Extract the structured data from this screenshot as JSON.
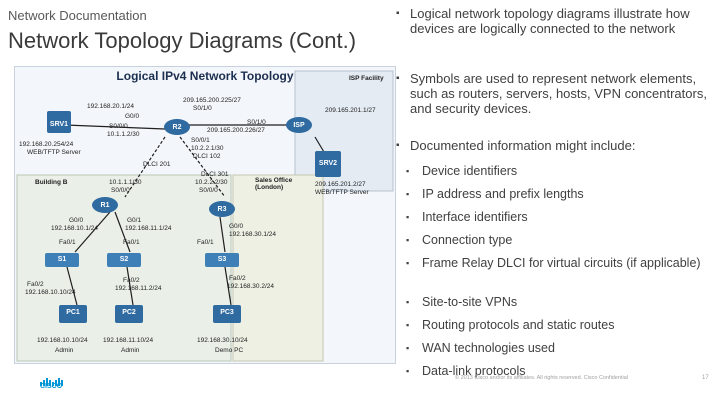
{
  "header": {
    "section": "Network Documentation",
    "title": "Network Topology Diagrams (Cont.)"
  },
  "diagram": {
    "title": "Logical IPv4 Network Topology",
    "areas": {
      "isp": "ISP Facility",
      "building": "Building B",
      "sales": "Sales Office (London)"
    },
    "devices": {
      "srv1": "SRV1",
      "r2": "R2",
      "isp": "ISP",
      "srv2": "SRV2",
      "r1": "R1",
      "r3": "R3",
      "s1": "S1",
      "s2": "S2",
      "s3": "S3",
      "pc1": "PC1",
      "pc2": "PC2",
      "pc3": "PC3"
    },
    "labels": {
      "srv1_net": "192.168.20.1/24",
      "r2_g00": "G0/0",
      "srv1_ip": "192.168.20.254/24",
      "srv1_role": "WEB/TFTP Server",
      "r2_to_isp_net": "209.165.200.225/27",
      "r2_s010": "S0/1/0",
      "isp_s010": "S0/1/0",
      "isp_ip": "209.165.200.226/27",
      "isp_facility_ip": "209.165.201.1/27",
      "r2_s000": "S0/0/0",
      "r2_s000_ip": "10.1.1.2/30",
      "r2_s001": "S0/0/1",
      "r2_s001_ip": "10.2.2.1/30",
      "dlci_r2": "DLCI 102",
      "dlci_r1": "DLCI 201",
      "r1_s000_ip": "10.1.1.1/30",
      "r1_s000": "S0/0/0",
      "r3_dlci": "DLCI 301",
      "r3_s001_ip": "10.2.2.2/30",
      "r3_s000": "S0/0/0",
      "srv2_ip": "209.165.201.2/27",
      "srv2_role": "WEB/TFTP Server",
      "r1_g00": "G0/0",
      "r1_g01": "G0/1",
      "r1_g00_ip": "192.168.10.1/24",
      "r1_g01_ip": "192.168.11.1/24",
      "r3_g00": "G0/0",
      "r3_g00_ip": "192.168.30.1/24",
      "s1_fa01": "Fa0/1",
      "s2_fa01": "Fa0/1",
      "s3_fa01": "Fa0/1",
      "s1_fa02": "Fa0/2",
      "s2_fa02": "Fa0/2",
      "s3_fa02": "Fa0/2",
      "pc1_ip": "192.168.10.10/24",
      "pc2_ip": "192.168.11.2/24",
      "pc3_ip": "192.168.30.2/24",
      "pc1_ip2": "192.168.10.10/24",
      "pc2_ip2": "192.168.11.10/24",
      "pc3_ip2": "192.168.30.10/24",
      "pc1_role": "Admin",
      "pc2_role": "Admin",
      "pc3_role": "Demo PC"
    }
  },
  "bullets": [
    "Logical network topology diagrams illustrate how devices are logically connected to the network",
    "Symbols are used to represent network elements, such as routers, servers, hosts, VPN concentrators, and security devices.",
    "Documented information might include:"
  ],
  "sub_bullets": [
    "Device identifiers",
    "IP address and prefix lengths",
    "Interface identifiers",
    "Connection type",
    "Frame Relay DLCI for virtual circuits (if applicable)",
    "Site-to-site VPNs",
    "Routing protocols and static routes",
    "WAN technologies used",
    "Data-link protocols"
  ],
  "footer": {
    "copyright": "© 2013 Cisco and/or its affiliates. All rights reserved.   Cisco Confidential",
    "page": "17",
    "brand": "CISCO"
  },
  "colors": {
    "cisco_blue": "#0096d6",
    "device_blue": "#2f6aa0"
  }
}
